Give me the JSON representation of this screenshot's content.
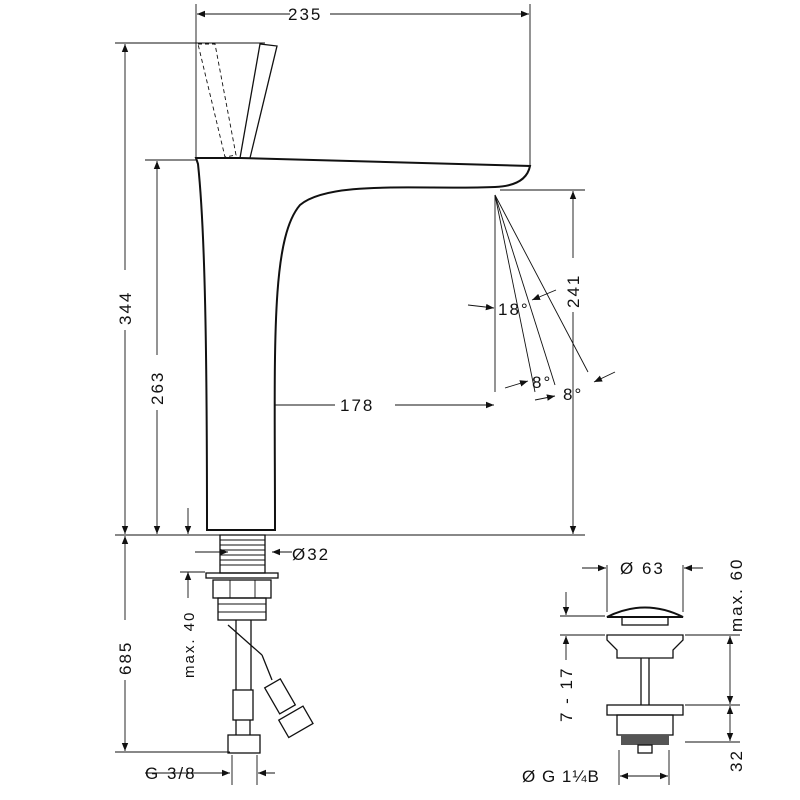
{
  "title": "Faucet dimension drawing",
  "dimensions": {
    "overall_width": "235",
    "overall_height": "344",
    "body_height": "263",
    "spout_height": "241",
    "spout_reach": "178",
    "spray_angle": "18°",
    "angle_a": "8°",
    "angle_b": "8°",
    "shank_diameter": "Ø32",
    "max_counter": "max. 40",
    "hose_length": "685",
    "connection": "G 3/8"
  },
  "drain": {
    "diameter": "Ø 63",
    "max_height": "max. 60",
    "range": "7 - 17",
    "depth": "32",
    "thread": "Ø G 1¼B"
  }
}
